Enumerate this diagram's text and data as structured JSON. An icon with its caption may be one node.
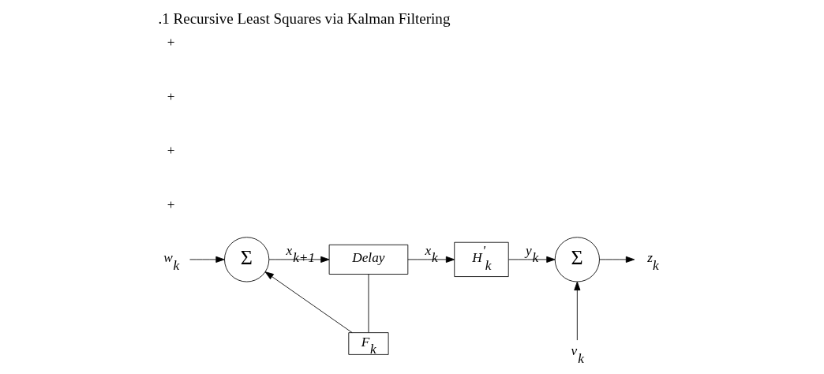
{
  "diagram": {
    "title": ".1 Recursive Least Squares via Kalman Filtering",
    "nodes": [
      {
        "text": [
          "w$_{k}$"
        ]
      },
      {
        "text": [
          "Σ"
        ]
      },
      {
        "text": [
          "Delay"
        ]
      },
      {
        "text": [
          "H$^{'}$$_{k}$"
        ]
      },
      {
        "text": [
          "Σ"
        ]
      },
      {
        "text": [
          "z$_{k}$"
        ]
      },
      {
        "text": [
          "v$_{k}$"
        ]
      },
      {
        "text": [
          "F$_{k}$"
        ]
      }
    ],
    "edges": [
      {
        "from": 0,
        "to": 1,
        "arrow": "to"
      },
      {
        "from": 1,
        "to": 2,
        "arrow": "to",
        "label": "x$_{k+1}$"
      },
      {
        "from": 2,
        "to": 3,
        "arrow": "to",
        "label": "x$_{k}$"
      },
      {
        "from": 2,
        "to": 7,
        "arrow": "none"
      },
      {
        "from": 7,
        "to": 1,
        "arrow": "to"
      },
      {
        "from": 3,
        "to": 4,
        "arrow": "to",
        "label": "y$_{k}$"
      },
      {
        "from": 6,
        "to": 4,
        "arrow": "to"
      },
      {
        "from": 4,
        "to": 5,
        "arrow": "to"
      }
    ],
    "labels": [
      "+",
      "+",
      "+",
      "+"
    ]
  }
}
